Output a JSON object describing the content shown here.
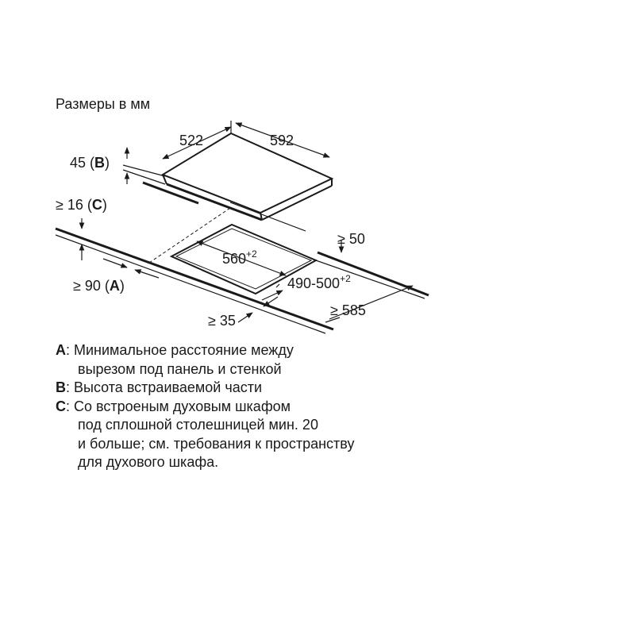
{
  "header": {
    "units_label": "Размеры в мм"
  },
  "dimensions": {
    "depth_top": "522",
    "width_top": "592",
    "height_b_value": "45 (",
    "height_b_key": "B",
    "height_b_close": ")",
    "gap_c_value": "≥ 16 (",
    "gap_c_key": "C",
    "gap_c_close": ")",
    "side_50": "≥ 50",
    "cutout_width": "560",
    "cutout_width_tol": "+2",
    "cutout_depth": "490-500",
    "cutout_depth_tol": "+2",
    "gap_a_value": "≥ 90 (",
    "gap_a_key": "A",
    "gap_a_close": ")",
    "front_35": "≥ 35",
    "depth_585": "≥ 585"
  },
  "legend": {
    "a_key": "A",
    "a_line1": ": Минимальное расстояние между",
    "a_line2": "вырезом под панель и стенкой",
    "b_key": "B",
    "b_line1": ": Высота встраиваемой части",
    "c_key": "C",
    "c_line1": ": Со встроеным духовым шкафом",
    "c_line2": "под сплошной столешницей мин. 20",
    "c_line3": "и больше; см. требования к пространству",
    "c_line4": "для духового шкафа."
  },
  "colors": {
    "line": "#1a1a1a"
  }
}
